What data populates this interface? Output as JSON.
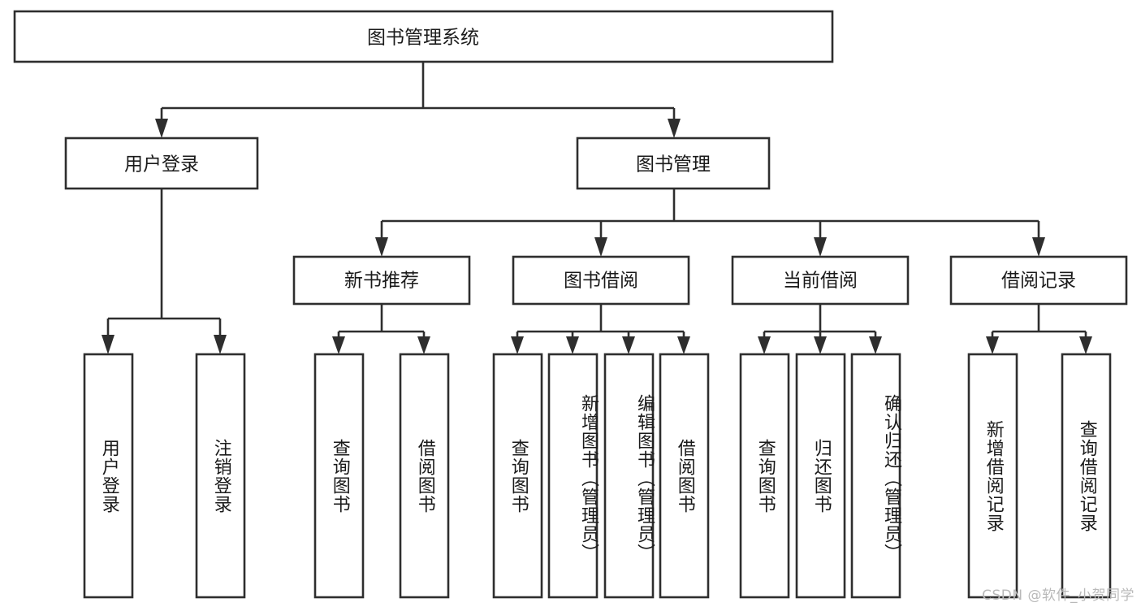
{
  "diagram": {
    "title": "图书管理系统",
    "type": "hierarchy-tree",
    "orientation": "top-down",
    "colors": {
      "box_border": "#2e2e2e",
      "box_fill": "#ffffff",
      "connector": "#2e2e2e",
      "text": "#1a1a1a",
      "watermark": "#b9b9b9",
      "background": "#ffffff"
    },
    "levels": [
      {
        "level": 1,
        "nodes": [
          {
            "id": "root",
            "label": "图书管理系统",
            "text_direction": "horizontal"
          }
        ]
      },
      {
        "level": 2,
        "nodes": [
          {
            "id": "login",
            "label": "用户登录",
            "text_direction": "horizontal"
          },
          {
            "id": "bookmgmt",
            "label": "图书管理",
            "text_direction": "horizontal"
          }
        ]
      },
      {
        "level": 3,
        "nodes": [
          {
            "id": "newbook",
            "label": "新书推荐",
            "text_direction": "horizontal"
          },
          {
            "id": "borrow",
            "label": "图书借阅",
            "text_direction": "horizontal"
          },
          {
            "id": "current",
            "label": "当前借阅",
            "text_direction": "horizontal"
          },
          {
            "id": "records",
            "label": "借阅记录",
            "text_direction": "horizontal"
          }
        ]
      },
      {
        "level": 4,
        "nodes": [
          {
            "id": "leaf-1",
            "label": "用户登录",
            "text_direction": "vertical",
            "parent": "login"
          },
          {
            "id": "leaf-2",
            "label": "注销登录",
            "text_direction": "vertical",
            "parent": "login"
          },
          {
            "id": "leaf-3",
            "label": "查询图书",
            "text_direction": "vertical",
            "parent": "newbook"
          },
          {
            "id": "leaf-4",
            "label": "借阅图书",
            "text_direction": "vertical",
            "parent": "newbook"
          },
          {
            "id": "leaf-5",
            "label": "查询图书",
            "text_direction": "vertical",
            "parent": "borrow"
          },
          {
            "id": "leaf-6",
            "label": "新增图书（管理员）",
            "text_direction": "vertical",
            "parent": "borrow"
          },
          {
            "id": "leaf-7",
            "label": "编辑图书（管理员）",
            "text_direction": "vertical",
            "parent": "borrow"
          },
          {
            "id": "leaf-8",
            "label": "借阅图书",
            "text_direction": "vertical",
            "parent": "borrow"
          },
          {
            "id": "leaf-9",
            "label": "查询图书",
            "text_direction": "vertical",
            "parent": "current"
          },
          {
            "id": "leaf-10",
            "label": "归还图书",
            "text_direction": "vertical",
            "parent": "current"
          },
          {
            "id": "leaf-11",
            "label": "确认归还（管理员）",
            "text_direction": "vertical",
            "parent": "current"
          },
          {
            "id": "leaf-12",
            "label": "新增借阅记录",
            "text_direction": "vertical",
            "parent": "records"
          },
          {
            "id": "leaf-13",
            "label": "查询借阅记录",
            "text_direction": "vertical",
            "parent": "records"
          }
        ]
      }
    ],
    "edges": [
      {
        "from": "root",
        "to": "login"
      },
      {
        "from": "root",
        "to": "bookmgmt"
      },
      {
        "from": "bookmgmt",
        "to": "newbook"
      },
      {
        "from": "bookmgmt",
        "to": "borrow"
      },
      {
        "from": "bookmgmt",
        "to": "current"
      },
      {
        "from": "bookmgmt",
        "to": "records"
      },
      {
        "from": "login",
        "to": "leaf-1"
      },
      {
        "from": "login",
        "to": "leaf-2"
      },
      {
        "from": "newbook",
        "to": "leaf-3"
      },
      {
        "from": "newbook",
        "to": "leaf-4"
      },
      {
        "from": "borrow",
        "to": "leaf-5"
      },
      {
        "from": "borrow",
        "to": "leaf-6"
      },
      {
        "from": "borrow",
        "to": "leaf-7"
      },
      {
        "from": "borrow",
        "to": "leaf-8"
      },
      {
        "from": "current",
        "to": "leaf-9"
      },
      {
        "from": "current",
        "to": "leaf-10"
      },
      {
        "from": "current",
        "to": "leaf-11"
      },
      {
        "from": "records",
        "to": "leaf-12"
      },
      {
        "from": "records",
        "to": "leaf-13"
      }
    ]
  },
  "watermark": {
    "text": "CSDN @软件_小贺同学"
  }
}
